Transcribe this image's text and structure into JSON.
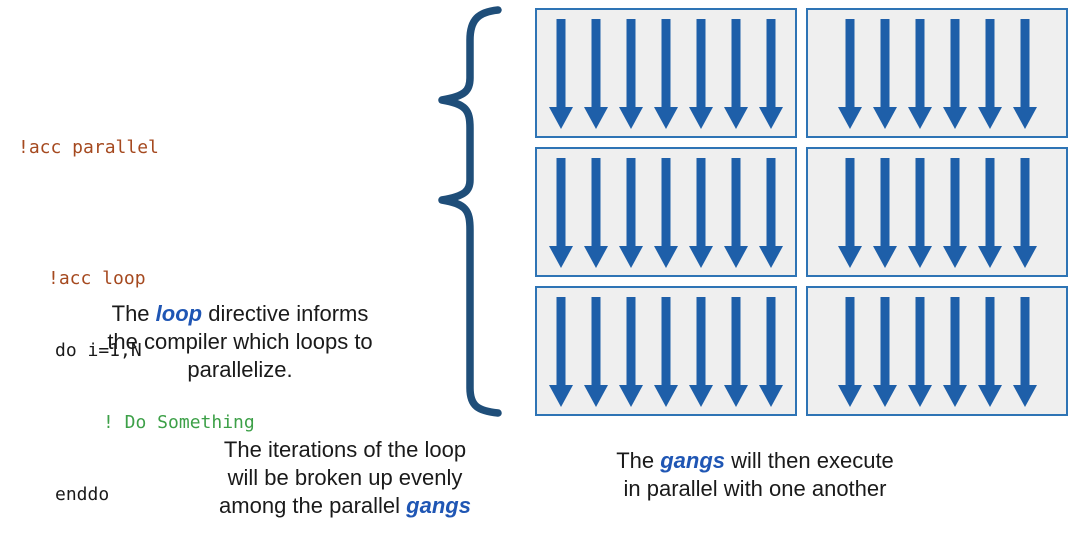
{
  "code": {
    "lines": [
      "!acc parallel",
      "!acc loop",
      "do i=1,N",
      "! Do Something",
      "enddo"
    ]
  },
  "captions": {
    "loop_directive": {
      "lines": [
        [
          {
            "t": "The "
          },
          {
            "t": "loop",
            "kw": true
          },
          {
            "t": " directive informs"
          }
        ],
        [
          {
            "t": "the compiler which loops to"
          }
        ],
        [
          {
            "t": "parallelize."
          }
        ]
      ]
    },
    "iterations": {
      "lines": [
        [
          {
            "t": "The iterations of the loop"
          }
        ],
        [
          {
            "t": "will be broken up evenly"
          }
        ],
        [
          {
            "t": "among the parallel "
          },
          {
            "t": "gangs",
            "kw": true
          }
        ]
      ]
    },
    "gangs_execute": {
      "lines": [
        [
          {
            "t": "The "
          },
          {
            "t": "gangs",
            "kw": true
          },
          {
            "t": " will then execute"
          }
        ],
        [
          {
            "t": "in parallel with one another"
          }
        ]
      ]
    }
  },
  "diagram": {
    "rows": 3,
    "cols": 2,
    "arrow_counts": [
      [
        7,
        6
      ],
      [
        7,
        6
      ],
      [
        7,
        6
      ]
    ],
    "box_description": "grid of gang boxes each containing parallel iteration arrows pointing down"
  },
  "colors": {
    "background": "#FFFFFF",
    "text": "#1A1A1A",
    "directive": "#A5491F",
    "code": "#1A1A1A",
    "comment": "#3DA048",
    "keyword_blue": "#1F56B4",
    "arrow_blue": "#1E5FA9",
    "box_border": "#2E74B5",
    "box_fill": "#EFEFEF",
    "brace": "#1F4E79"
  }
}
